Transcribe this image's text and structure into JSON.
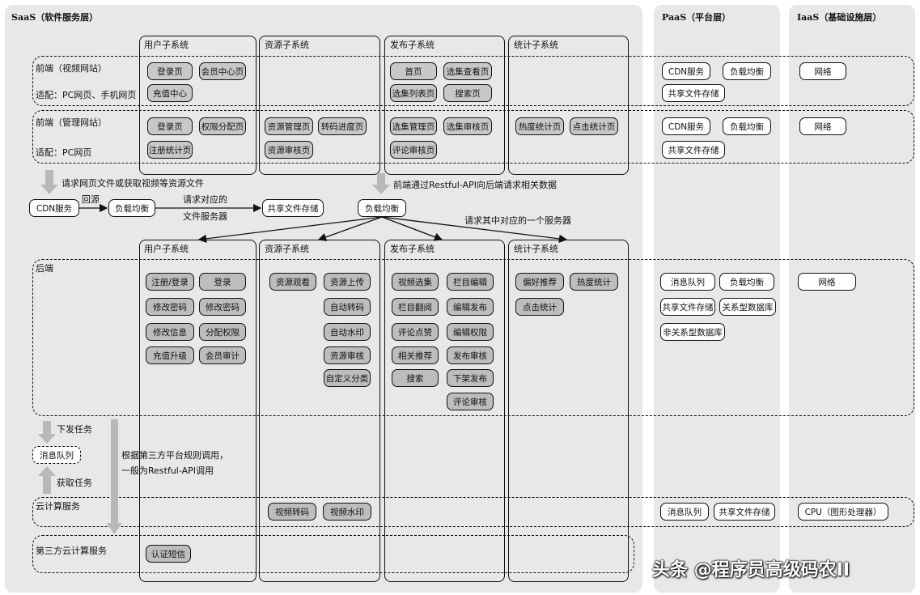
{
  "layers": {
    "saas": "SaaS（软件服务层）",
    "paas": "PaaS（平台层）",
    "iaas": "IaaS（基础设施层）"
  },
  "subsystems_top": [
    "用户子系统",
    "资源子系统",
    "发布子系统",
    "统计子系统"
  ],
  "subsystems_bottom": [
    "用户子系统",
    "资源子系统",
    "发布子系统",
    "统计子系统"
  ],
  "rows": {
    "frontend_video": "前端（视频网站）",
    "frontend_video_adapt": "适配：PC网页、手机网页",
    "frontend_admin": "前端（管理网站）",
    "frontend_admin_adapt": "适配：PC网页",
    "backend": "后端",
    "cloud": "云计算服务",
    "third_cloud": "第三方云计算服务"
  },
  "frontend_video_nodes": {
    "user": [
      "登录页",
      "会员中心页",
      "充值中心"
    ],
    "publish": [
      "首页",
      "选集查看页",
      "选集列表页",
      "搜索页"
    ],
    "paas": [
      "CDN服务",
      "负载均衡",
      "共享文件存储"
    ],
    "iaas": [
      "网络"
    ]
  },
  "frontend_admin_nodes": {
    "user": [
      "登录页",
      "权限分配页",
      "注册统计页"
    ],
    "resource": [
      "资源管理页",
      "转码进度页",
      "资源审核页"
    ],
    "publish": [
      "选集管理页",
      "选集审核页",
      "评论审核页"
    ],
    "stats": [
      "热度统计页",
      "点击统计页"
    ],
    "paas": [
      "CDN服务",
      "负载均衡",
      "共享文件存储"
    ],
    "iaas": [
      "网络"
    ]
  },
  "flow": {
    "request_files": "请求网页文件或获取视频等资源文件",
    "back_to_origin": "回源",
    "cdn": "CDN服务",
    "lb1": "负载均衡",
    "req_fileserver_1": "请求对应的",
    "req_fileserver_2": "文件服务器",
    "shared_storage": "共享文件存储",
    "restful_note": "前端通过Restful-API向后端请求相关数据",
    "lb2": "负载均衡",
    "req_one_server": "请求其中对应的一个服务器"
  },
  "backend_nodes": {
    "user": [
      "注册/登录",
      "登录",
      "修改密码",
      "修改密码",
      "修改信息",
      "分配权限",
      "充值升级",
      "会员审计"
    ],
    "resource": [
      "资源观看",
      "资源上传",
      "自动转码",
      "自动水印",
      "资源审核",
      "自定义分类"
    ],
    "publish": [
      "视频选集",
      "栏目编辑",
      "栏目翻阅",
      "编辑发布",
      "评论点赞",
      "编辑权限",
      "相关推荐",
      "发布审核",
      "搜索",
      "下架发布",
      "评论审核"
    ],
    "stats": [
      "偏好推荐",
      "热度统计",
      "点击统计"
    ],
    "paas": [
      "消息队列",
      "负载均衡",
      "共享文件存储",
      "关系型数据库",
      "非关系型数据库"
    ],
    "iaas": [
      "网络"
    ]
  },
  "queue": {
    "dispatch": "下发任务",
    "mq": "消息队列",
    "fetch": "获取任务",
    "note1": "根据第三方平台规则调用，",
    "note2": "一般为Restful-API调用"
  },
  "cloud_nodes": {
    "resource": [
      "视频转码",
      "视频水印"
    ],
    "paas": [
      "消息队列",
      "共享文件存储"
    ],
    "iaas": [
      "CPU（图形处理器）"
    ]
  },
  "third_nodes": {
    "user": [
      "认证短信"
    ]
  },
  "watermark": "头条 @程序员高级码农II"
}
